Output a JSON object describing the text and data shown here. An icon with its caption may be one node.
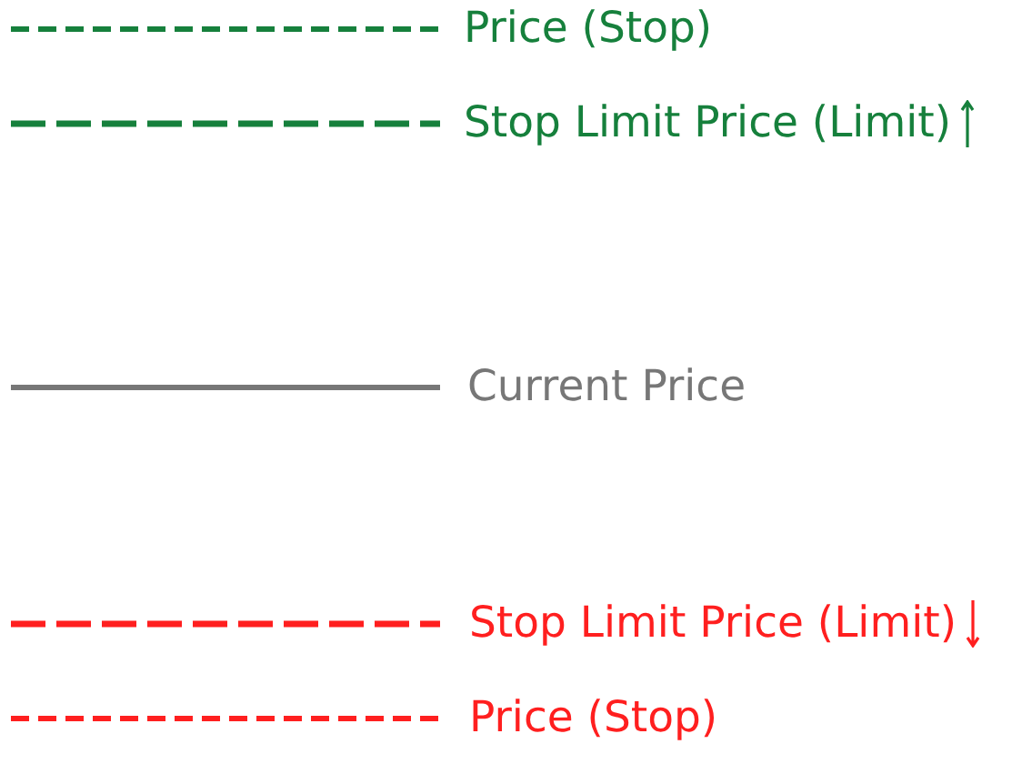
{
  "diagram": {
    "labels": [
      "Price (Stop)",
      "Stop Limit Price (Limit)",
      "Current Price",
      "Stop Limit Price (Limit)",
      "Price (Stop)"
    ]
  }
}
